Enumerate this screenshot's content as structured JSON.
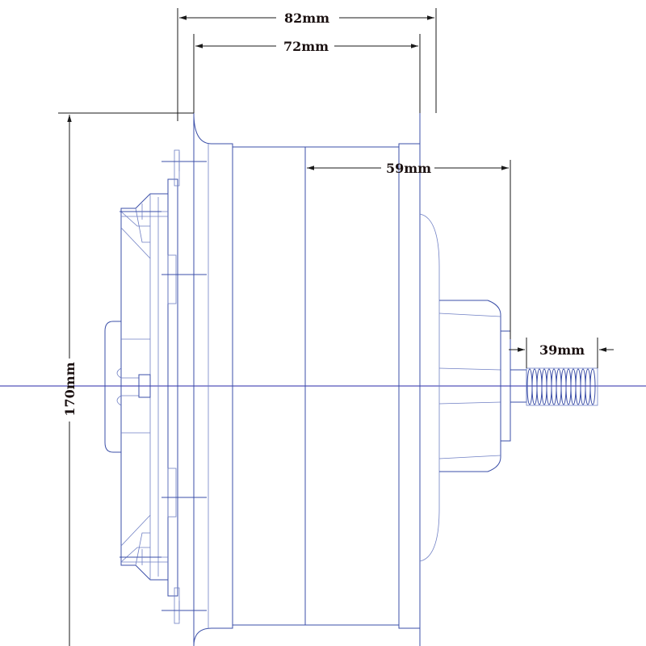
{
  "dimensions": {
    "overall_width": "82mm",
    "inner_width": "72mm",
    "axle_offset": "59mm",
    "thread_length": "39mm",
    "diameter": "170mm"
  },
  "colors": {
    "outline": "#3b4fa8",
    "dimension_line": "#1a1a1a",
    "axis": "#2a2aa8"
  }
}
